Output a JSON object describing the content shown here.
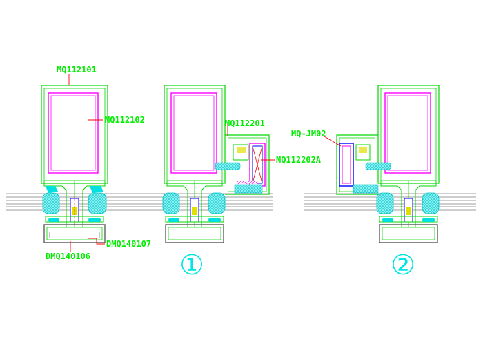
{
  "labels": {
    "mq112101": "MQ112101",
    "mq112102": "MQ112102",
    "dmq140106": "DMQ140106",
    "dmq140107": "DMQ140107",
    "mq112201": "MQ112201",
    "mq112202a": "MQ112202A",
    "mqjm02": "MQ-JM02"
  },
  "callouts": {
    "one": "①",
    "two": "②"
  },
  "colors": {
    "background": "#ffffff",
    "profile_green": "#00d800",
    "frame_magenta": "#ff00ff",
    "glass_gray": "#9c9c9c",
    "gasket_cyan": "#00e0e0",
    "leader_red": "#ff0000",
    "label_green": "#00ee00",
    "insert_blue": "#0000ff",
    "callout_cyan": "#00e6e6",
    "profile_gray": "#808080",
    "yellow_detail": "#e0e000"
  }
}
